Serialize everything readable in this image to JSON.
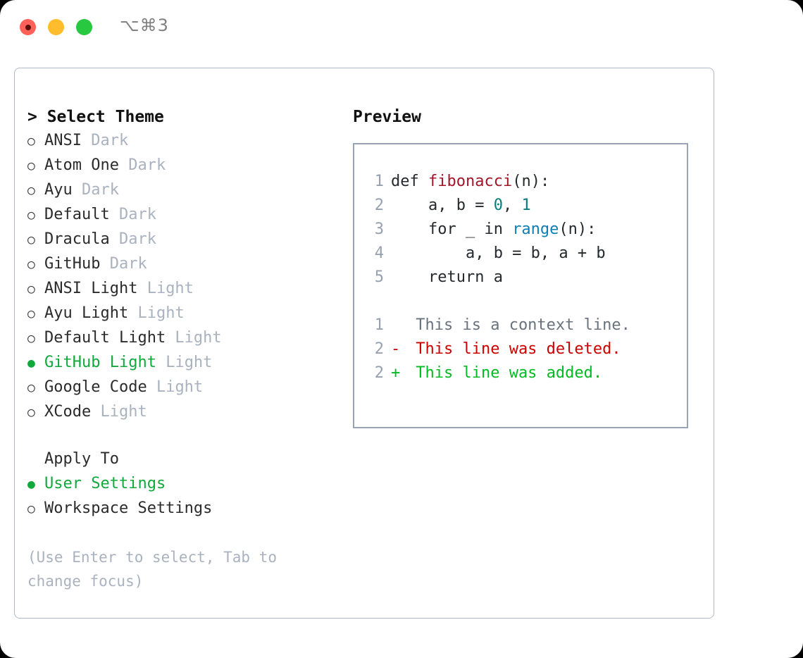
{
  "titlebar": {
    "shortcut": "⌥⌘3",
    "buttons": [
      "close",
      "minimize",
      "maximize"
    ]
  },
  "theme_selector": {
    "heading": "> Select Theme",
    "bullet_unselected": "○",
    "bullet_selected": "●",
    "accent_color": "#11A83C",
    "options": [
      {
        "label": "ANSI",
        "suffix": "Dark",
        "selected": false
      },
      {
        "label": "Atom One",
        "suffix": "Dark",
        "selected": false
      },
      {
        "label": "Ayu",
        "suffix": "Dark",
        "selected": false
      },
      {
        "label": "Default",
        "suffix": "Dark",
        "selected": false
      },
      {
        "label": "Dracula",
        "suffix": "Dark",
        "selected": false
      },
      {
        "label": "GitHub",
        "suffix": "Dark",
        "selected": false
      },
      {
        "label": "ANSI Light",
        "suffix": "Light",
        "selected": false
      },
      {
        "label": "Ayu Light",
        "suffix": "Light",
        "selected": false
      },
      {
        "label": "Default Light",
        "suffix": "Light",
        "selected": false
      },
      {
        "label": "GitHub Light",
        "suffix": "Light",
        "selected": true
      },
      {
        "label": "Google Code",
        "suffix": "Light",
        "selected": false
      },
      {
        "label": "XCode",
        "suffix": "Light",
        "selected": false
      }
    ]
  },
  "apply_to": {
    "heading": "Apply To",
    "options": [
      {
        "label": "User Settings",
        "selected": true
      },
      {
        "label": "Workspace Settings",
        "selected": false
      }
    ]
  },
  "hint": "(Use Enter to select, Tab to change focus)",
  "preview": {
    "title": "Preview",
    "code_lines": [
      {
        "no": "1",
        "parts": [
          {
            "t": "def ",
            "c": "code-text"
          },
          {
            "t": "fibonacci",
            "c": "tok-func"
          },
          {
            "t": "(n):",
            "c": "code-text"
          }
        ]
      },
      {
        "no": "2",
        "parts": [
          {
            "t": "    a, b = ",
            "c": "code-text"
          },
          {
            "t": "0",
            "c": "tok-num"
          },
          {
            "t": ", ",
            "c": "code-text"
          },
          {
            "t": "1",
            "c": "tok-num"
          }
        ]
      },
      {
        "no": "3",
        "parts": [
          {
            "t": "    for _ in ",
            "c": "code-text"
          },
          {
            "t": "range",
            "c": "tok-call"
          },
          {
            "t": "(n):",
            "c": "code-text"
          }
        ]
      },
      {
        "no": "4",
        "parts": [
          {
            "t": "        a, b = b, a + b",
            "c": "code-text"
          }
        ]
      },
      {
        "no": "5",
        "parts": [
          {
            "t": "    return a",
            "c": "code-text"
          }
        ]
      }
    ],
    "diff_lines": [
      {
        "no": "1",
        "marker": " ",
        "text": " This is a context line.",
        "kind": "diff-ctx"
      },
      {
        "no": "2",
        "marker": "-",
        "text": " This line was deleted.",
        "kind": "diff-del"
      },
      {
        "no": "2",
        "marker": "+",
        "text": " This line was added.",
        "kind": "diff-add"
      }
    ],
    "colors": {
      "function": "#A3162A",
      "number": "#0A7D7D",
      "builtin": "#0C7FB5",
      "deleted": "#CC0000",
      "added": "#00BB22",
      "linenumber": "#96A0AE",
      "border": "#98A4B3"
    }
  }
}
